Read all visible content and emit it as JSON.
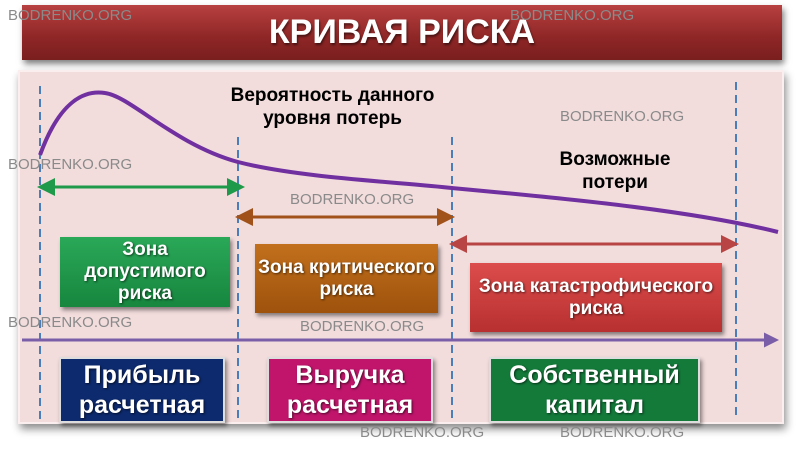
{
  "title": "КРИВАЯ РИСКА",
  "curve_label": "Вероятность данного уровня потерь",
  "losses_label": "Возможные потери",
  "zones": [
    {
      "label": "Зона допустимого риска",
      "color": "#1f9a4a"
    },
    {
      "label": "Зона критического риска",
      "color": "#b5620f"
    },
    {
      "label": "Зона катастрофического риска",
      "color": "#cf3e3e"
    }
  ],
  "bases": [
    {
      "label": "Прибыль расчетная",
      "color": "#0d2a6e"
    },
    {
      "label": "Выручка расчетная",
      "color": "#c0156b"
    },
    {
      "label": "Собственный капитал",
      "color": "#137a3a"
    }
  ],
  "watermark": "BODRENKO.ORG",
  "colors": {
    "curve": "#7030a0",
    "dashed": "#4a7ebb",
    "axis": "#7a5ea8",
    "green_arrow": "#1f9a4a",
    "brown_arrow": "#a0521a",
    "red_arrow": "#b84444"
  }
}
